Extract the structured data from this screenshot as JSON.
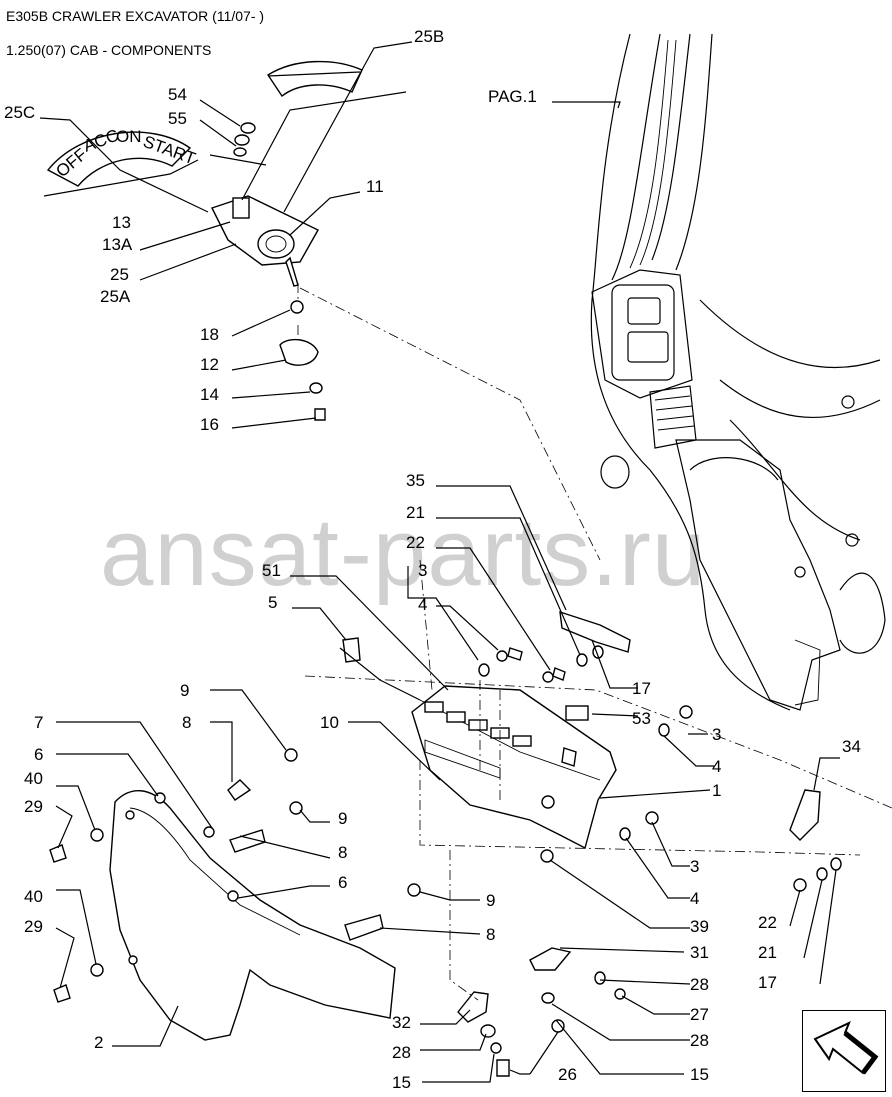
{
  "header": {
    "model": "E305B CRAWLER EXCAVATOR (11/07- )",
    "section": "1.250(07) CAB - COMPONENTS"
  },
  "watermark": "ansat-parts.ru",
  "ignition_plate_text": [
    "OFF",
    "ACC",
    "ON",
    "START"
  ],
  "callouts": {
    "c25B": "25B",
    "c54": "54",
    "c55": "55",
    "c25C": "25C",
    "c11": "11",
    "c13": "13",
    "c13A": "13A",
    "c25": "25",
    "c25A": "25A",
    "c18": "18",
    "c12": "12",
    "c14": "14",
    "c16": "16",
    "pag1": "PAG.1",
    "c35": "35",
    "c21a": "21",
    "c22a": "22",
    "c3a": "3",
    "c4a": "4",
    "c51": "51",
    "c5": "5",
    "c17a": "17",
    "c53": "53",
    "c3b": "3",
    "c4b": "4",
    "c9a": "9",
    "c7": "7",
    "c8a": "8",
    "c10": "10",
    "c6a": "6",
    "c1": "1",
    "c34": "34",
    "c40a": "40",
    "c29a": "29",
    "c9b": "9",
    "c8b": "8",
    "c3c": "3",
    "c6b": "6",
    "c4c": "4",
    "c22b": "22",
    "c9c": "9",
    "c21b": "21",
    "c40b": "40",
    "c39": "39",
    "c8c": "8",
    "c17b": "17",
    "c29b": "29",
    "c31": "31",
    "c28a": "28",
    "c27": "27",
    "c32": "32",
    "c2": "2",
    "c28b": "28",
    "c28c": "28",
    "c15a": "15",
    "c26": "26",
    "c15b": "15"
  },
  "nav": {
    "next_page": "next-page-arrow"
  }
}
